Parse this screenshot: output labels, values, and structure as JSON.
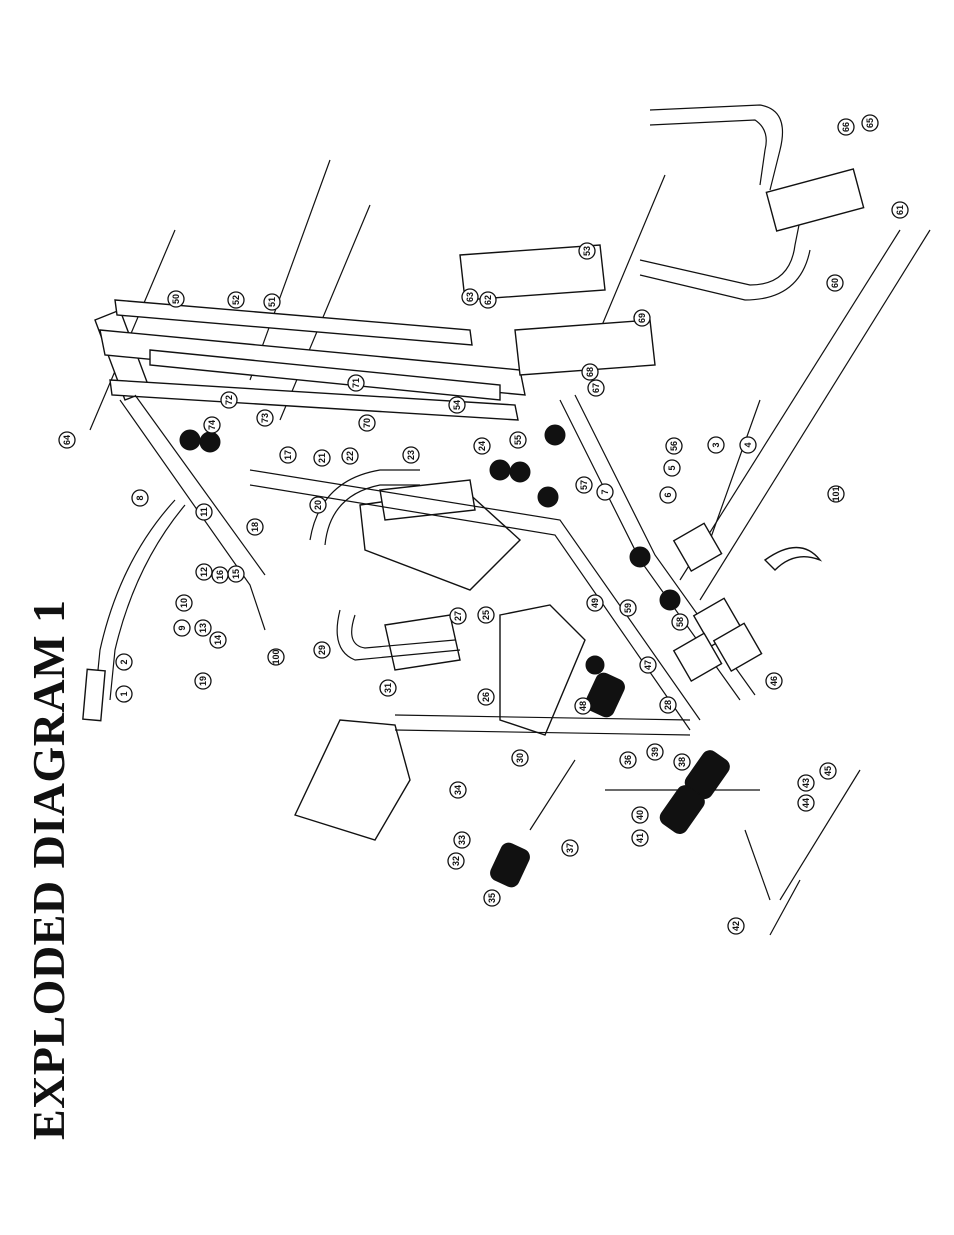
{
  "title": "EXPLODED DIAGRAM 1",
  "callouts": [
    {
      "n": "1"
    },
    {
      "n": "2"
    },
    {
      "n": "3"
    },
    {
      "n": "4"
    },
    {
      "n": "5"
    },
    {
      "n": "6"
    },
    {
      "n": "7"
    },
    {
      "n": "8"
    },
    {
      "n": "9"
    },
    {
      "n": "10"
    },
    {
      "n": "11"
    },
    {
      "n": "12"
    },
    {
      "n": "13"
    },
    {
      "n": "14"
    },
    {
      "n": "15"
    },
    {
      "n": "16"
    },
    {
      "n": "17"
    },
    {
      "n": "18"
    },
    {
      "n": "19"
    },
    {
      "n": "20"
    },
    {
      "n": "21"
    },
    {
      "n": "22"
    },
    {
      "n": "23"
    },
    {
      "n": "24"
    },
    {
      "n": "25"
    },
    {
      "n": "26"
    },
    {
      "n": "27"
    },
    {
      "n": "28"
    },
    {
      "n": "29"
    },
    {
      "n": "30"
    },
    {
      "n": "31"
    },
    {
      "n": "32"
    },
    {
      "n": "33"
    },
    {
      "n": "34"
    },
    {
      "n": "35"
    },
    {
      "n": "36"
    },
    {
      "n": "37"
    },
    {
      "n": "38"
    },
    {
      "n": "39"
    },
    {
      "n": "40"
    },
    {
      "n": "41"
    },
    {
      "n": "42"
    },
    {
      "n": "43"
    },
    {
      "n": "44"
    },
    {
      "n": "45"
    },
    {
      "n": "46"
    },
    {
      "n": "47"
    },
    {
      "n": "48"
    },
    {
      "n": "49"
    },
    {
      "n": "50"
    },
    {
      "n": "51"
    },
    {
      "n": "52"
    },
    {
      "n": "53"
    },
    {
      "n": "54"
    },
    {
      "n": "55"
    },
    {
      "n": "56"
    },
    {
      "n": "57"
    },
    {
      "n": "58"
    },
    {
      "n": "59"
    },
    {
      "n": "60"
    },
    {
      "n": "61"
    },
    {
      "n": "62"
    },
    {
      "n": "63"
    },
    {
      "n": "64"
    },
    {
      "n": "65"
    },
    {
      "n": "66"
    },
    {
      "n": "67"
    },
    {
      "n": "68"
    },
    {
      "n": "69"
    },
    {
      "n": "70"
    },
    {
      "n": "71"
    },
    {
      "n": "72"
    },
    {
      "n": "73"
    },
    {
      "n": "74"
    },
    {
      "n": "100"
    },
    {
      "n": "101"
    }
  ]
}
